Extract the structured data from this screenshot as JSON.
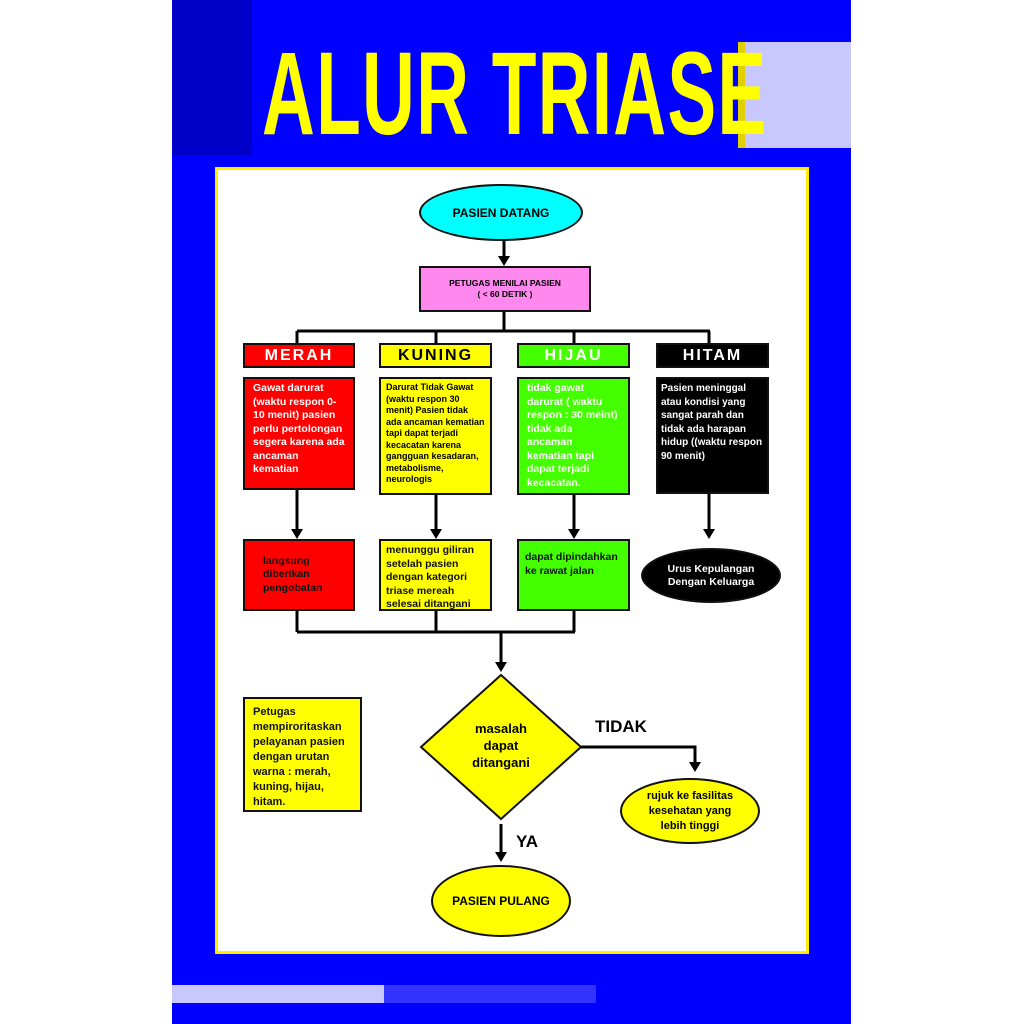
{
  "title": "ALUR TRIASE",
  "start": "PASIEN DATANG",
  "assess": {
    "line1": "PETUGAS MENILAI PASIEN",
    "line2": "( < 60 DETIK )"
  },
  "categories": [
    {
      "label": "MERAH",
      "color": "#ff0000",
      "desc": "Gawat darurat (waktu respon 0-10 menit) pasien perlu pertolongan segera karena ada ancaman kematian",
      "action": "langsung diberikan pengobatan"
    },
    {
      "label": "KUNING",
      "color": "#ffff00",
      "desc": "Darurat Tidak Gawat (waktu respon 30 menit) Pasien tidak ada ancaman kematian tapi dapat terjadi kecacatan karena gangguan kesadaran, metabolisme, neurologis",
      "action": "menunggu giliran setelah pasien dengan kategori triase mereah selesai ditangani"
    },
    {
      "label": "HIJAU",
      "color": "#44ff00",
      "desc": "tidak gawat darurat ( waktu respon : 30 meint) tidak ada ancaman kematian tapi dapat terjadi kecacatan.",
      "action": "dapat dipindahkan ke rawat jalan"
    },
    {
      "label": "HITAM",
      "color": "#000000",
      "desc": "Pasien meninggal atau kondisi yang sangat parah dan tidak ada harapan hidup ((waktu respon 90 menit)",
      "action": "Urus Kepulangan Dengan Keluarga"
    }
  ],
  "note": "Petugas mempiroritaskan pelayanan pasien dengan urutan warna : merah, kuning, hijau, hitam.",
  "decision": "masalah dapat ditangani",
  "no_label": "TIDAK",
  "yes_label": "YA",
  "refer": "rujuk ke fasilitas kesehatan yang lebih tinggi",
  "end": "PASIEN PULANG"
}
